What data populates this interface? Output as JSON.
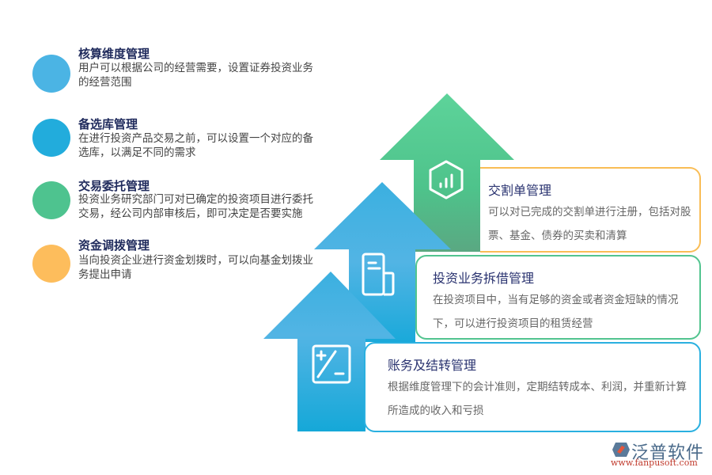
{
  "legend": [
    {
      "title": "核算维度管理",
      "desc": "用户可以根据公司的经营需要，设置证券投资业务的经营范围",
      "color": "#4bb4e4"
    },
    {
      "title": "备选库管理",
      "desc": "在进行投资产品交易之前，可以设置一个对应的备选库，以满足不同的需求",
      "color": "#22acdc"
    },
    {
      "title": "交易委托管理",
      "desc": "投资业务研究部门可对已确定的投资项目进行委托交易，经公司内部审核后，即可决定是否要实施",
      "color": "#4ec38f"
    },
    {
      "title": "资金调拨管理",
      "desc": "当向投资企业进行资金划拨时，可以向基金划拨业务提出申请",
      "color": "#fdbd5c"
    }
  ],
  "steps": [
    {
      "title": "交割单管理",
      "desc": "可以对已完成的交割单进行注册，包括对股票、基金、债券的买卖和清算",
      "icon": "bar-chart-hexagon-icon",
      "border": "#f9bd56",
      "arrow_top": "#5dd39a",
      "arrow_bottom": "#5aa882"
    },
    {
      "title": "投资业务拆借管理",
      "desc": "在投资项目中，当有足够的资金或者资金短缺的情况下，可以进行投资项目的租赁经营",
      "icon": "document-icon",
      "border": "#52c48f",
      "arrow_top": "#4fb4e3",
      "arrow_bottom": "#1aa9da"
    },
    {
      "title": "账务及结转管理",
      "desc": "根据维度管理下的会计准则，定期结转成本、利润，并重新计算所造成的收入和亏损",
      "icon": "plus-minus-icon",
      "border": "#2ab0e0",
      "arrow_top": "#52b4e4",
      "arrow_bottom": "#15a8d8"
    }
  ],
  "logo": {
    "name": "泛普软件",
    "url": "www.fanpusoft.com"
  }
}
